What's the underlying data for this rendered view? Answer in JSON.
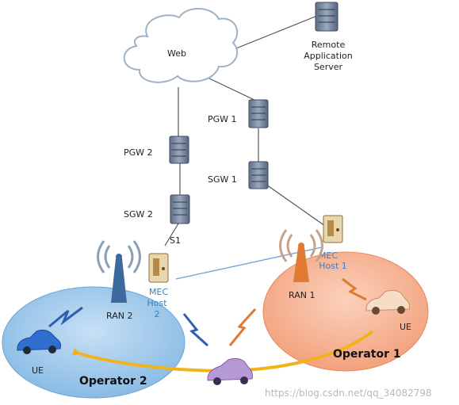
{
  "diagram": {
    "cloud": {
      "label": "Web"
    },
    "remote_server": {
      "line1": "Remote",
      "line2": "Application",
      "line3": "Server"
    },
    "pgw1": "PGW 1",
    "sgw1": "SGW 1",
    "pgw2": "PGW 2",
    "sgw2": "SGW 2",
    "s1": "S1",
    "mec1": {
      "line1": "MEC",
      "line2": "Host 1"
    },
    "mec2": {
      "line1": "MEC",
      "line2": "Host",
      "line3": "2"
    },
    "ran1": "RAN 1",
    "ran2": "RAN 2",
    "ue_left": "UE",
    "ue_right": "UE",
    "operator1": "Operator 1",
    "operator2": "Operator 2",
    "watermark": "https://blog.csdn.net/qq_34082798"
  },
  "colors": {
    "operator1_fill": "#f4a57e",
    "operator2_fill": "#8fc0e8",
    "arrow": "#f2b31a",
    "link_blue": "#3a7fc4",
    "server_gray": "#6f7f9a",
    "tower_blue": "#3c6a9e",
    "tower_orange": "#e07a32"
  }
}
